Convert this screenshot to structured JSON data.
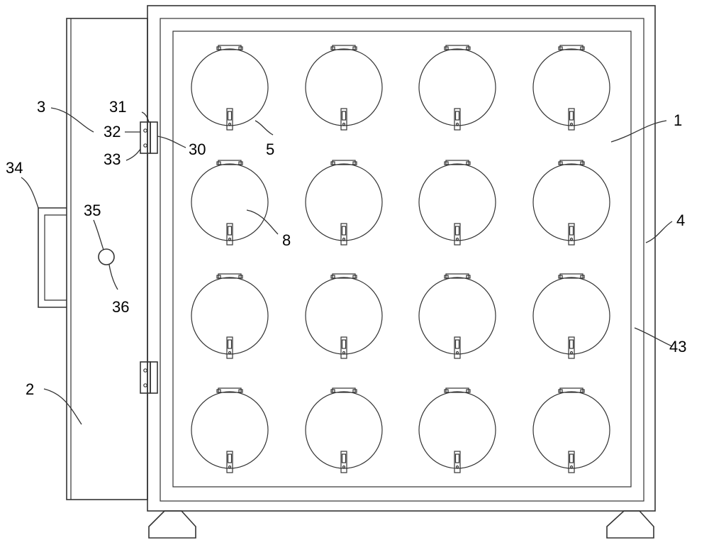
{
  "labels": {
    "l1": "1",
    "l2": "2",
    "l3": "3",
    "l4": "4",
    "l5": "5",
    "l8": "8",
    "l30": "30",
    "l31": "31",
    "l32": "32",
    "l33": "33",
    "l34": "34",
    "l35": "35",
    "l36": "36",
    "l43": "43"
  },
  "grid": {
    "rows": 4,
    "cols": 4
  },
  "colors": {
    "stroke": "#333333",
    "background": "#ffffff"
  }
}
